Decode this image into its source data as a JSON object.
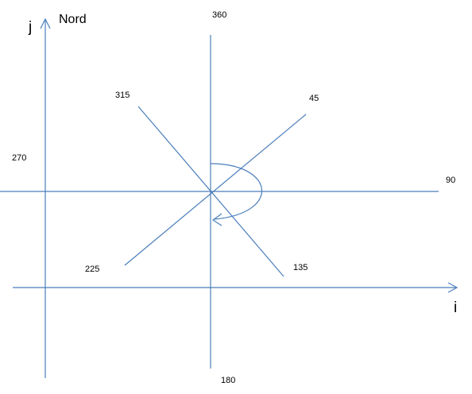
{
  "axes": {
    "horizontal_label": "i",
    "vertical_label": "j"
  },
  "north_label": "Nord",
  "compass": {
    "deg_360": "360",
    "deg_45": "45",
    "deg_90": "90",
    "deg_135": "135",
    "deg_180": "180",
    "deg_225": "225",
    "deg_270": "270",
    "deg_315": "315"
  },
  "colors": {
    "line": "#4a7ebb",
    "text": "#000000"
  }
}
